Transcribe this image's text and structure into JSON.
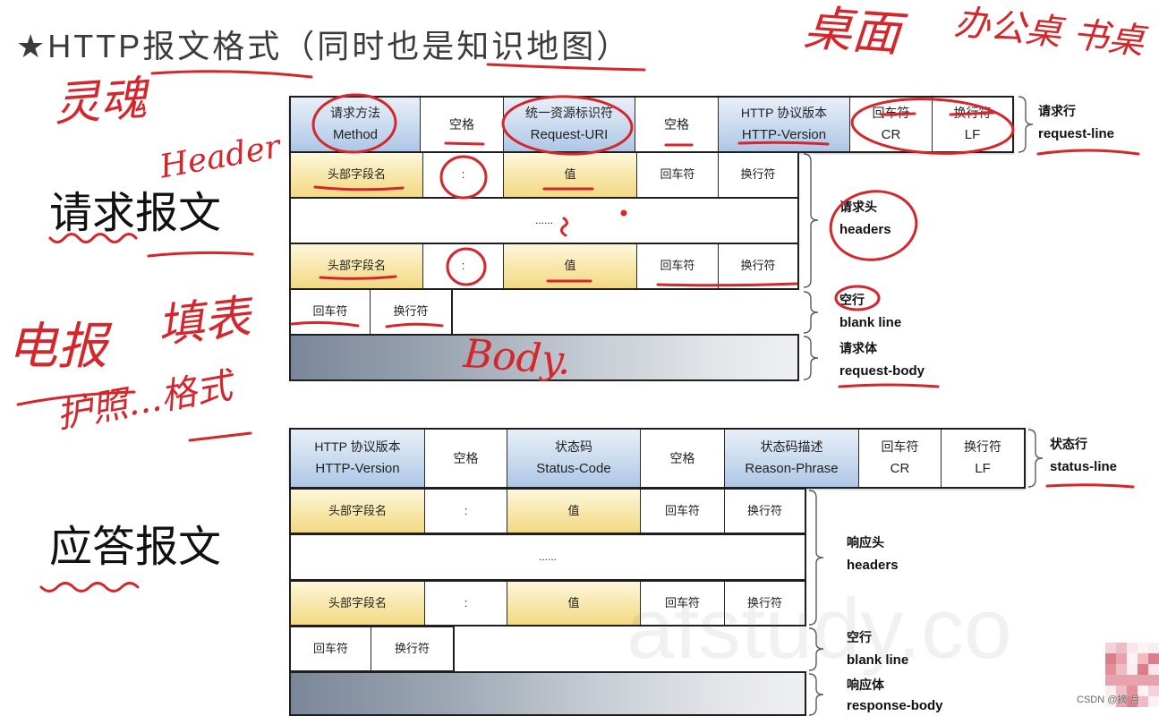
{
  "title": "★HTTP报文格式（同时也是知识地图）",
  "colors": {
    "annotation_red": "#d4262b",
    "field_blue": "#aec6e6",
    "field_yellow": "#f3d982",
    "body_gray": "#7a8799"
  },
  "request": {
    "label": "请求报文",
    "request_line": {
      "cells": [
        {
          "zh": "请求方法",
          "en": "Method"
        },
        {
          "zh": "空格"
        },
        {
          "zh": "统一资源标识符",
          "en": "Request-URI"
        },
        {
          "zh": "空格"
        },
        {
          "zh": "HTTP 协议版本",
          "en": "HTTP-Version"
        },
        {
          "zh": "回车符",
          "en": "CR"
        },
        {
          "zh": "换行符",
          "en": "LF"
        }
      ],
      "label_zh": "请求行",
      "label_en": "request-line"
    },
    "headers": {
      "row_first": [
        "头部字段名",
        ":",
        "值",
        "回车符",
        "换行符"
      ],
      "ellipsis": "......",
      "row_last": [
        "头部字段名",
        ":",
        "值",
        "回车符",
        "换行符"
      ],
      "label_zh": "请求头",
      "label_en": "headers"
    },
    "blank_line": {
      "cells": [
        "回车符",
        "换行符"
      ],
      "label_zh": "空行",
      "label_en": "blank line"
    },
    "body": {
      "label_zh": "请求体",
      "label_en": "request-body"
    }
  },
  "response": {
    "label": "应答报文",
    "status_line": {
      "cells": [
        {
          "zh": "HTTP 协议版本",
          "en": "HTTP-Version"
        },
        {
          "zh": "空格"
        },
        {
          "zh": "状态码",
          "en": "Status-Code"
        },
        {
          "zh": "空格"
        },
        {
          "zh": "状态码描述",
          "en": "Reason-Phrase"
        },
        {
          "zh": "回车符",
          "en": "CR"
        },
        {
          "zh": "换行符",
          "en": "LF"
        }
      ],
      "label_zh": "状态行",
      "label_en": "status-line"
    },
    "headers": {
      "row_first": [
        "头部字段名",
        ":",
        "值",
        "回车符",
        "换行符"
      ],
      "ellipsis": "......",
      "row_last": [
        "头部字段名",
        ":",
        "值",
        "回车符",
        "换行符"
      ],
      "label_zh": "响应头",
      "label_en": "headers"
    },
    "blank_line": {
      "cells": [
        "回车符",
        "换行符"
      ],
      "label_zh": "空行",
      "label_en": "blank line"
    },
    "body": {
      "label_zh": "响应体",
      "label_en": "response-body"
    }
  },
  "handwritten_notes": {
    "soul": "灵魂",
    "header": "Header",
    "desk_surface": "桌面",
    "desks": "办公桌 书桌",
    "telegram": "电报",
    "fill_form": "填表",
    "passport_format": "护照...格式",
    "body": "Body."
  },
  "watermark": "afstudy.co",
  "credit": "CSDN @摘 月"
}
